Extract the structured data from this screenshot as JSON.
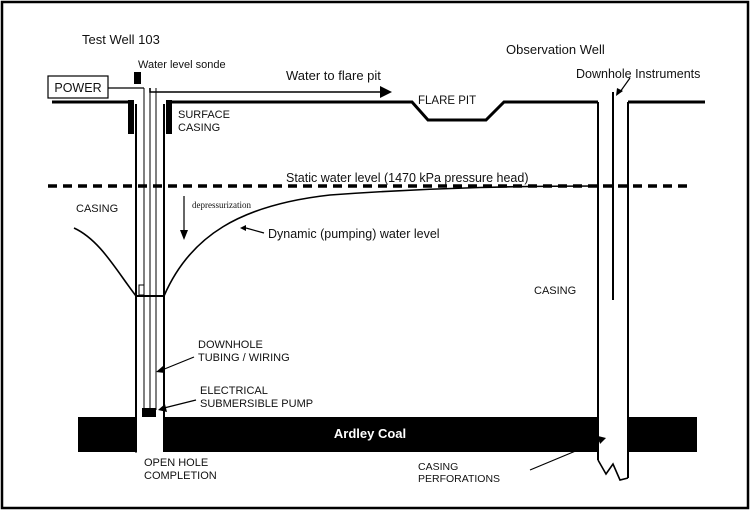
{
  "labels": {
    "test_well": "Test Well 103",
    "observation_well": "Observation Well",
    "power": "POWER",
    "sonde": "Water level sonde",
    "water_to_flare": "Water to flare pit",
    "flare_pit": "FLARE PIT",
    "downhole_instruments": "Downhole Instruments",
    "surface_casing_1": "SURFACE",
    "surface_casing_2": "CASING",
    "static_level": "Static water level (1470 kPa pressure head)",
    "casing_left": "CASING",
    "depressurization": "depressurization",
    "dynamic_level": "Dynamic (pumping) water level",
    "casing_right": "CASING",
    "tubing_1": "DOWNHOLE",
    "tubing_2": "TUBING / WIRING",
    "pump_1": "ELECTRICAL",
    "pump_2": "SUBMERSIBLE PUMP",
    "coal": "Ardley Coal",
    "open_hole_1": "OPEN HOLE",
    "open_hole_2": "COMPLETION",
    "perforations_1": "CASING",
    "perforations_2": "PERFORATIONS"
  }
}
